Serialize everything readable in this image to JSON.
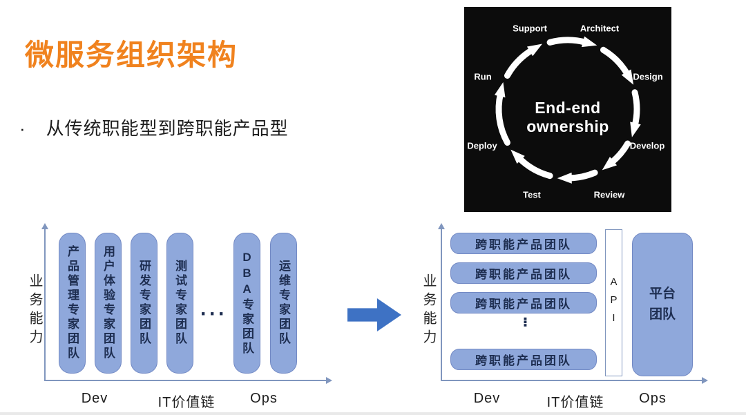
{
  "title": "微服务组织架构",
  "bullet": "·",
  "subtitle": "从传统职能型到跨职能产品型",
  "cycle": {
    "center_line1": "End-end",
    "center_line2": "ownership",
    "stages": [
      "Support",
      "Architect",
      "Design",
      "Develop",
      "Review",
      "Test",
      "Deploy",
      "Run"
    ]
  },
  "left_chart": {
    "y_axis_label": "业务能力",
    "bars": [
      "产品管理专家团队",
      "用户体验专家团队",
      "研发专家团队",
      "测试专家团队",
      "DBA专家团队",
      "运维专家团队"
    ],
    "ellipsis": "···",
    "x_labels": [
      "Dev",
      "IT价值链",
      "Ops"
    ]
  },
  "right_chart": {
    "y_axis_label": "业务能力",
    "bars": [
      "跨职能产品团队",
      "跨职能产品团队",
      "跨职能产品团队",
      "跨职能产品团队"
    ],
    "ellipsis": "···",
    "api_label": "API",
    "platform_label": "平台团队",
    "x_labels": [
      "Dev",
      "IT价值链",
      "Ops"
    ]
  },
  "colors": {
    "title_orange": "#f0821e",
    "bar_fill": "#8fa8db",
    "bar_border": "#7289c4",
    "arrow_blue": "#3e72c4",
    "axis": "#8096be",
    "panel_bg": "#0c0c0c"
  }
}
